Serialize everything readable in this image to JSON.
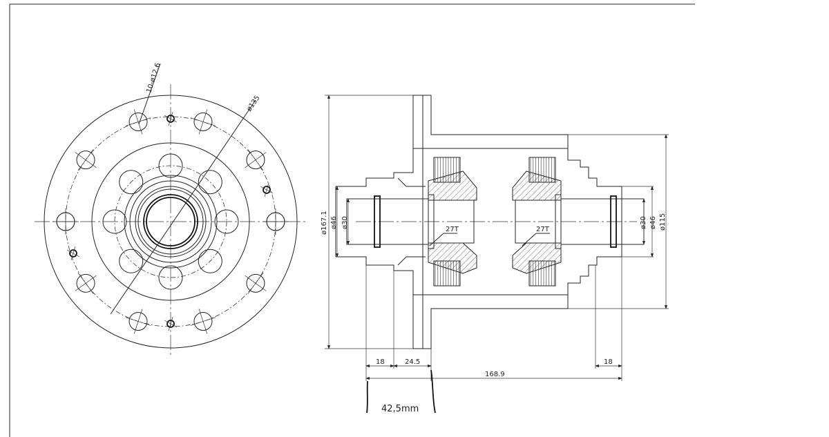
{
  "front_view": {
    "hole_label": "10-ø12.6",
    "pcd_label": "ø135"
  },
  "side_view": {
    "diameters": {
      "d167": "ø167.1",
      "d46_left": "ø46",
      "d30_left": "ø30",
      "d30_right": "ø30",
      "d46_right": "ø46",
      "d115": "ø115"
    },
    "gear_left": "27T",
    "gear_right": "27T",
    "lengths": {
      "l18_left": "18",
      "l24": "24.5",
      "l168": "168.9",
      "l18_right": "18"
    },
    "note": "42,5mm"
  }
}
